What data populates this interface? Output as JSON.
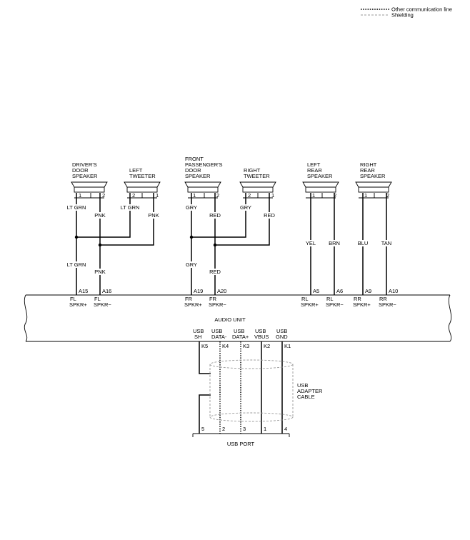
{
  "legend": {
    "communication": "Other communication line",
    "shielding": "Shielding"
  },
  "speakers": [
    {
      "lines": [
        "DRIVER'S",
        "DOOR",
        "SPEAKER"
      ],
      "pin1": "1",
      "pin2": "2"
    },
    {
      "lines": [
        "LEFT",
        "TWEETER"
      ],
      "pin1": "2",
      "pin2": "1"
    },
    {
      "lines": [
        "FRONT",
        "PASSENGER'S",
        "DOOR",
        "SPEAKER"
      ],
      "pin1": "1",
      "pin2": "2"
    },
    {
      "lines": [
        "RIGHT",
        "TWEETER"
      ],
      "pin1": "2",
      "pin2": "1"
    },
    {
      "lines": [
        "LEFT",
        "REAR",
        "SPEAKER"
      ],
      "pin1": "1",
      "pin2": "2"
    },
    {
      "lines": [
        "RIGHT",
        "REAR",
        "SPEAKER"
      ],
      "pin1": "1",
      "pin2": "2"
    }
  ],
  "wire_colors_upper": [
    "LT GRN",
    "PNK",
    "LT GRN",
    "PNK",
    "GRY",
    "RED",
    "GRY",
    "RED"
  ],
  "wire_colors_lower": [
    "LT GRN",
    "PNK",
    "GRY",
    "RED",
    "YEL",
    "BRN",
    "BLU",
    "TAN"
  ],
  "audio_pins": [
    {
      "pin": "A15",
      "l1": "FL",
      "l2": "SPKR+"
    },
    {
      "pin": "A16",
      "l1": "FL",
      "l2": "SPKR−"
    },
    {
      "pin": "A19",
      "l1": "FR",
      "l2": "SPKR+"
    },
    {
      "pin": "A20",
      "l1": "FR",
      "l2": "SPKR−"
    },
    {
      "pin": "A5",
      "l1": "RL",
      "l2": "SPKR+"
    },
    {
      "pin": "A6",
      "l1": "RL",
      "l2": "SPKR−"
    },
    {
      "pin": "A9",
      "l1": "RR",
      "l2": "SPKR+"
    },
    {
      "pin": "A10",
      "l1": "RR",
      "l2": "SPKR−"
    }
  ],
  "audio_unit": "AUDIO UNIT",
  "usb_pins": [
    {
      "l1": "USB",
      "l2": "SH",
      "pin": "K5",
      "port": "5"
    },
    {
      "l1": "USB",
      "l2": "DATA-",
      "pin": "K4",
      "port": "2"
    },
    {
      "l1": "USB",
      "l2": "DATA+",
      "pin": "K3",
      "port": "3"
    },
    {
      "l1": "USB",
      "l2": "VBUS",
      "pin": "K2",
      "port": "1"
    },
    {
      "l1": "USB",
      "l2": "GND",
      "pin": "K1",
      "port": "4"
    }
  ],
  "usb_cable": [
    "USB",
    "ADAPTER",
    "CABLE"
  ],
  "usb_port": "USB PORT"
}
